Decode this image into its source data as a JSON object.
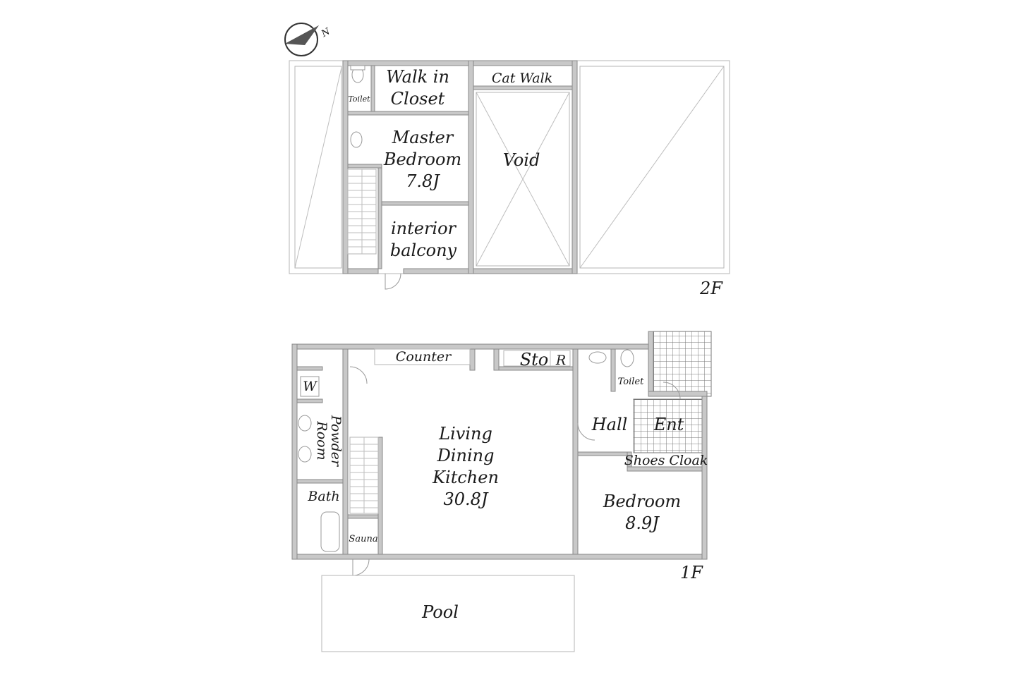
{
  "compass": {
    "label": "N"
  },
  "floor2": {
    "label": "2F",
    "rooms": {
      "toilet": "Toilet",
      "walk_in_closet": [
        "Walk in",
        "Closet"
      ],
      "cat_walk": "Cat Walk",
      "master_bedroom": [
        "Master",
        "Bedroom",
        "7.8J"
      ],
      "void": "Void",
      "interior_balcony": [
        "interior",
        "balcony"
      ]
    }
  },
  "floor1": {
    "label": "1F",
    "rooms": {
      "counter": "Counter",
      "storage": "Sto",
      "refrigerator": "R",
      "toilet": "Toilet",
      "washer": "W",
      "powder_room": [
        "Powder",
        "Room"
      ],
      "hall": "Hall",
      "entrance": "Ent",
      "shoes_cloak": "Shoes Cloak",
      "ldk": [
        "Living",
        "Dining",
        "Kitchen",
        "30.8J"
      ],
      "bedroom": [
        "Bedroom",
        "8.9J"
      ],
      "bath": "Bath",
      "sauna": "Sauna"
    }
  },
  "pool": {
    "label": "Pool"
  }
}
